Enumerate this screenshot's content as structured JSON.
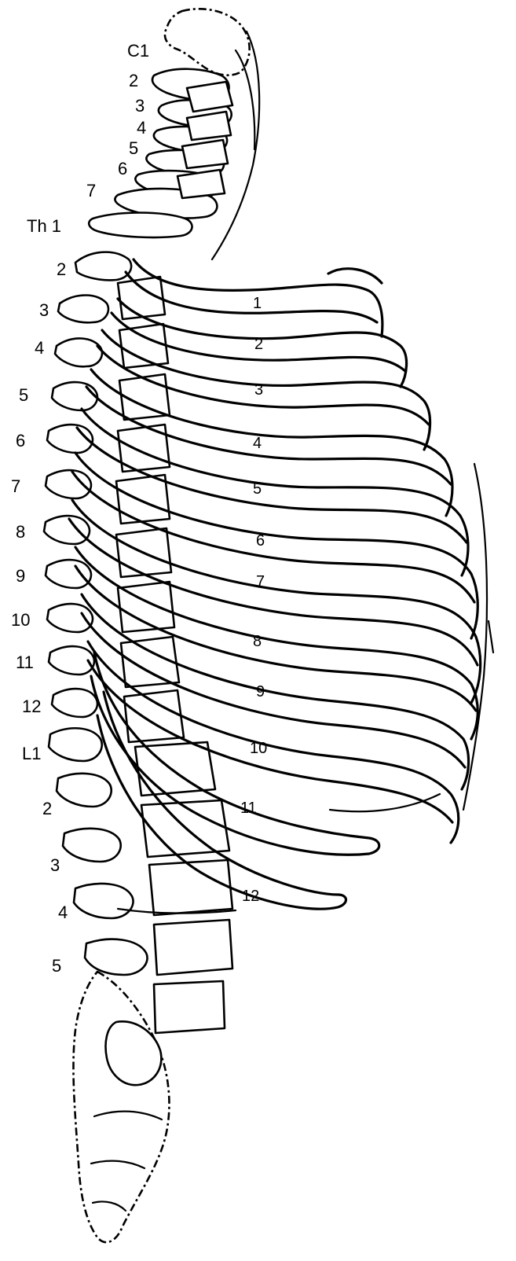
{
  "cervical_labels": [
    "C1",
    "2",
    "3",
    "4",
    "5",
    "6",
    "7"
  ],
  "thoracic_labels": [
    "Th 1",
    "2",
    "3",
    "4",
    "5",
    "6",
    "7",
    "8",
    "9",
    "10",
    "11",
    "12"
  ],
  "lumbar_labels": [
    "L1",
    "2",
    "3",
    "4",
    "5"
  ],
  "rib_labels": [
    "1",
    "2",
    "3",
    "4",
    "5",
    "6",
    "7",
    "8",
    "9",
    "10",
    "11",
    "12"
  ]
}
